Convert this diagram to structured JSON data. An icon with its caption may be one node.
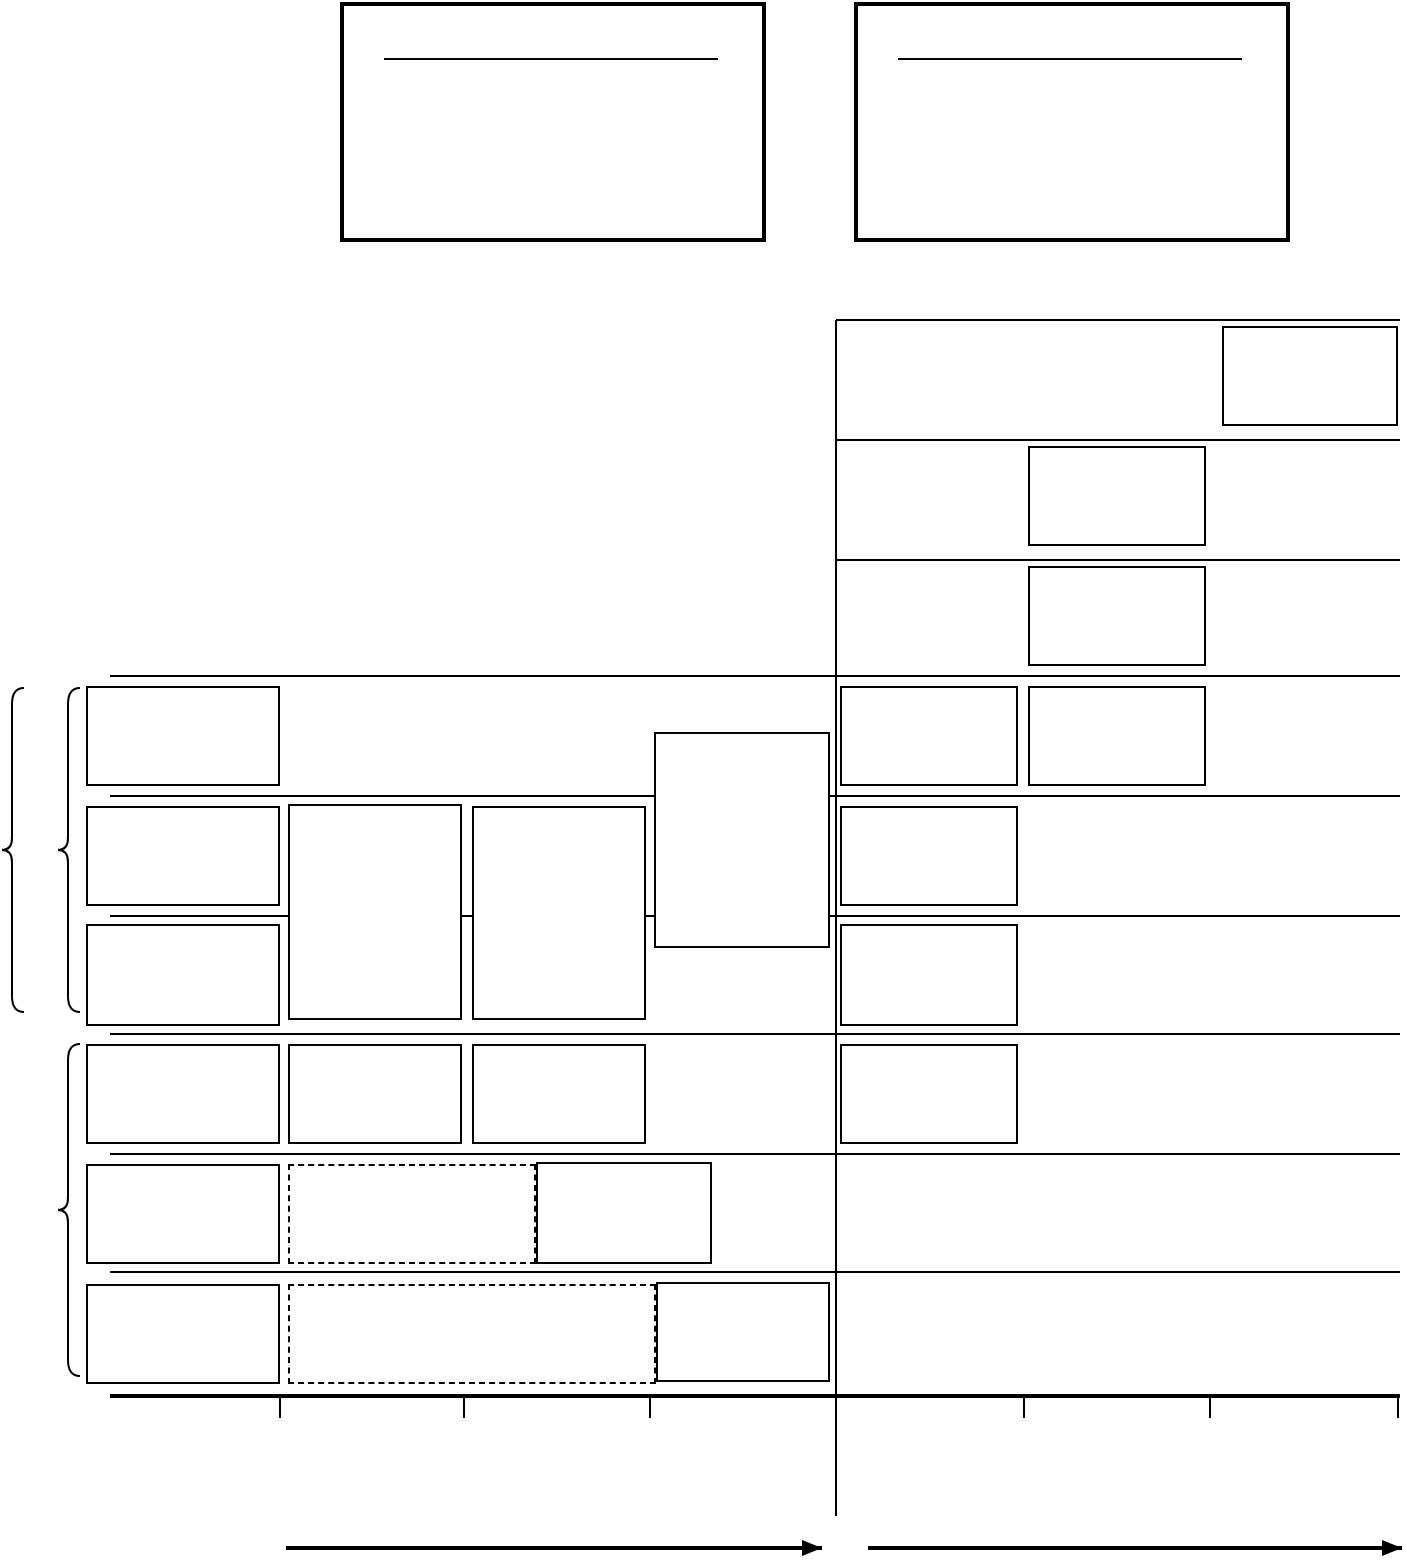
{
  "diagram": {
    "nodes": [
      {
        "text": [],
        "shape": "box"
      },
      {
        "text": [],
        "shape": "box"
      },
      {
        "text": [],
        "shape": "box"
      },
      {
        "text": [],
        "shape": "box"
      },
      {
        "text": [],
        "shape": "box"
      },
      {
        "text": [],
        "shape": "box"
      },
      {
        "text": [],
        "shape": "box"
      },
      {
        "text": [],
        "shape": "box"
      },
      {
        "text": [],
        "shape": "box"
      },
      {
        "text": [],
        "shape": "box"
      },
      {
        "text": [],
        "shape": "box"
      },
      {
        "text": [],
        "shape": "box"
      },
      {
        "text": [],
        "shape": "box"
      },
      {
        "text": [],
        "shape": "box"
      },
      {
        "text": [],
        "shape": "box"
      },
      {
        "text": [],
        "shape": "box"
      },
      {
        "text": [],
        "shape": "box"
      },
      {
        "text": [],
        "shape": "box"
      },
      {
        "text": [],
        "shape": "box"
      },
      {
        "text": [],
        "shape": "box"
      },
      {
        "text": [],
        "shape": "box"
      },
      {
        "text": [],
        "shape": "box"
      },
      {
        "text": [],
        "shape": "box"
      },
      {
        "text": [],
        "shape": "box"
      },
      {
        "text": [],
        "shape": "box"
      }
    ]
  }
}
